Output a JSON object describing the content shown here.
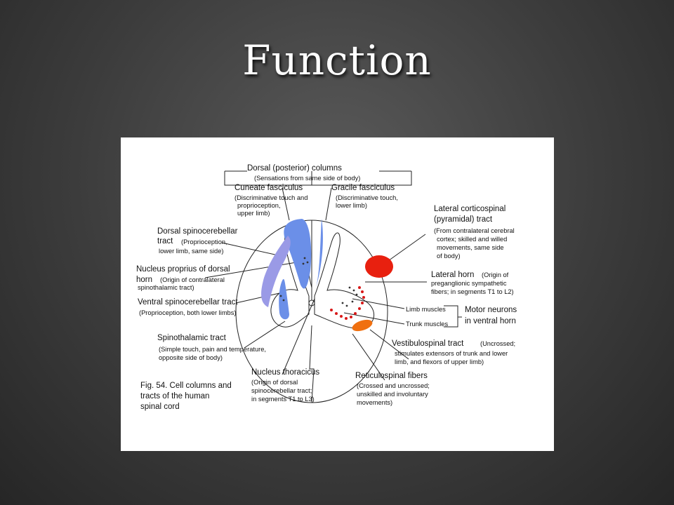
{
  "slide": {
    "title": "Function"
  },
  "figure": {
    "caption": [
      "Fig. 54.  Cell columns and",
      "tracts of  the human",
      "spinal cord"
    ],
    "labels": {
      "dorsal_columns": "Dorsal (posterior) columns",
      "dorsal_columns_note": "(Sensations from same side of body)",
      "cuneate": "Cuneate fasciculus",
      "cuneate_note": [
        "(Discriminative touch and",
        "proprioception,",
        "upper limb)"
      ],
      "gracile": "Gracile fasciculus",
      "gracile_note": [
        "(Discriminative touch,",
        "lower limb)"
      ],
      "dorsal_spinocerebellar": [
        "Dorsal spinocerebellar",
        "tract"
      ],
      "dorsal_spinocerebellar_note": [
        "(Proprioception,",
        "lower limb, same side)"
      ],
      "nucleus_proprius": [
        "Nucleus proprius of dorsal",
        "horn"
      ],
      "nucleus_proprius_note": [
        "(Origin of contralateral",
        "spinothalamic tract)"
      ],
      "ventral_spinocerebellar": "Ventral spinocerebellar tract",
      "ventral_spinocerebellar_note": "(Proprioception, both lower limbs)",
      "spinothalamic": "Spinothalamic tract",
      "spinothalamic_note": [
        "(Simple touch, pain and temperature,",
        "opposite side of body)"
      ],
      "nucleus_thoracicus": "Nucleus thoracicus",
      "nucleus_thoracicus_note": [
        "(Origin of dorsal",
        "spinocerebellar tract;",
        "in segments T1 to L3)"
      ],
      "lateral_corticospinal": [
        "Lateral corticospinal",
        "(pyramidal) tract"
      ],
      "lateral_corticospinal_note": [
        "(From contralateral cerebral",
        "cortex; skilled and willed",
        "movements, same side",
        "of body)"
      ],
      "lateral_horn": "Lateral horn",
      "lateral_horn_note": [
        "(Origin of",
        "preganglionic sympathetic",
        "fibers; in segments T1 to L2)"
      ],
      "limb_muscles": "Limb muscles",
      "trunk_muscles": "Trunk muscles",
      "motor_neurons": [
        "Motor neurons",
        "in ventral horn"
      ],
      "vestibulospinal": "Vestibulospinal tract",
      "vestibulospinal_note_head": "(Uncrossed;",
      "vestibulospinal_note": [
        "stimulates extensors of trunk and lower",
        "limb, and flexors of upper limb)"
      ],
      "reticulospinal": "Reticulospinal fibers",
      "reticulospinal_note": [
        "(Crossed and uncrossed;",
        "unskilled and involuntary",
        "movements)"
      ]
    },
    "colors": {
      "ascending_tracts": "#6b8fe8",
      "dorsal_spinocerebellar": "#9a9ae6",
      "corticospinal": "#e8200f",
      "vestibulospinal": "#f07010",
      "motor_dots": "#d81818"
    }
  }
}
